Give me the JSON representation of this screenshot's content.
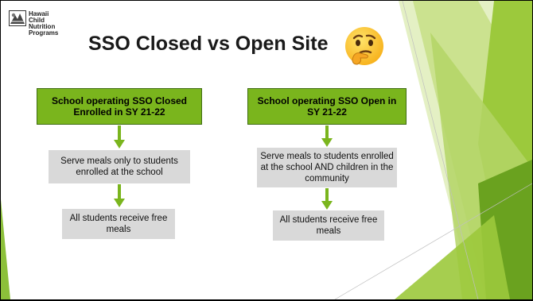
{
  "logo": {
    "lines": [
      "Hawaii",
      "Child",
      "Nutrition",
      "Programs"
    ]
  },
  "slide": {
    "title": "SSO Closed vs Open Site",
    "emoji": "thinking-face"
  },
  "closed_site": {
    "header": "School operating SSO Closed Enrolled in SY 21-22",
    "step1": "Serve meals only to students enrolled at the school",
    "step2": "All students receive free meals"
  },
  "open_site": {
    "header": "School operating SSO Open in SY 21-22",
    "step1": "Serve meals to students enrolled at the school AND children in the community",
    "step2": "All students receive free meals"
  },
  "colors": {
    "header_fill": "#7ab51d",
    "header_border": "#3f6d12",
    "step_fill": "#d9d9d9",
    "arrow": "#7ab51d",
    "decor_light": "#c8e08a",
    "decor_mid": "#9cc93c",
    "decor_dark": "#6aa21f"
  }
}
